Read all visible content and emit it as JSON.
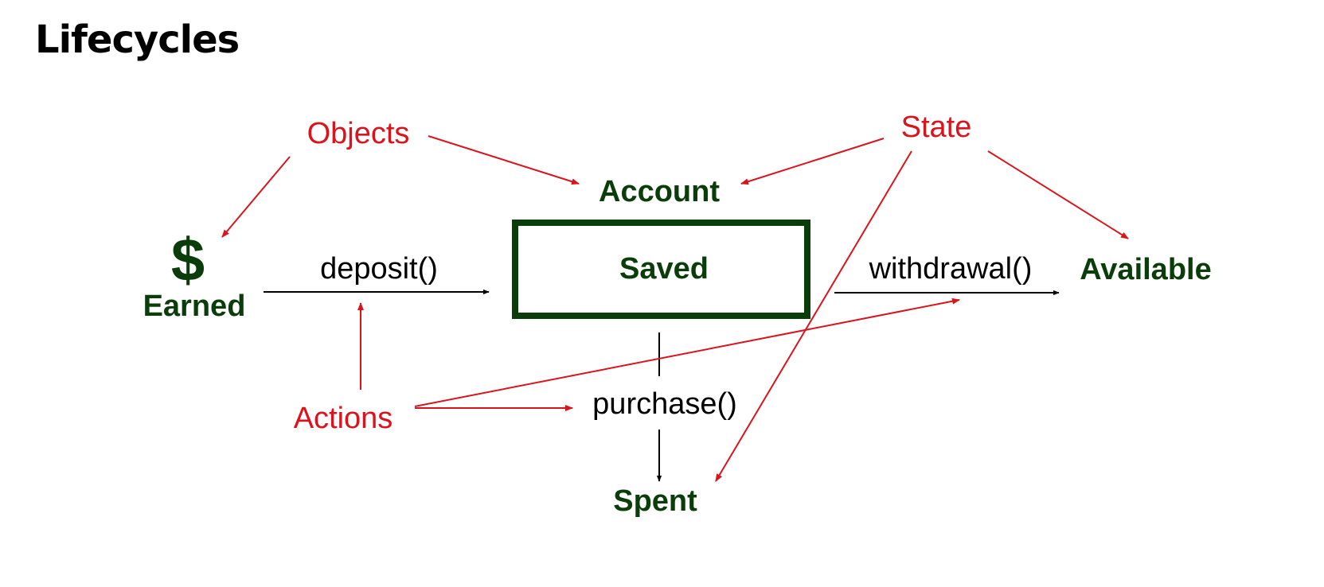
{
  "title": "Lifecycles",
  "colors": {
    "state_green": "#0b3d0b",
    "annotation_red": "#d9141d",
    "flow_black": "#000000"
  },
  "labels": {
    "dollar": "$",
    "earned": "Earned",
    "account": "Account",
    "saved": "Saved",
    "available": "Available",
    "spent": "Spent",
    "deposit": "deposit()",
    "withdrawal": "withdrawal()",
    "purchase": "purchase()",
    "objects": "Objects",
    "state": "State",
    "actions": "Actions"
  }
}
